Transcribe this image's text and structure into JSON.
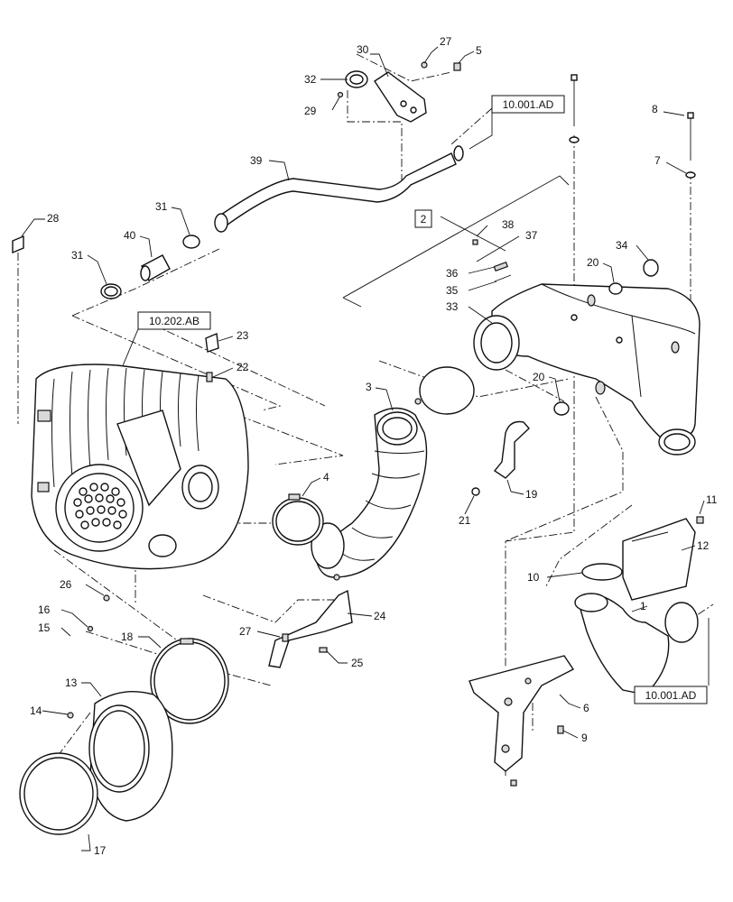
{
  "callouts": [
    {
      "id": "c30",
      "text": "30"
    },
    {
      "id": "c27a",
      "text": "27"
    },
    {
      "id": "c5",
      "text": "5"
    },
    {
      "id": "c32",
      "text": "32"
    },
    {
      "id": "c29",
      "text": "29"
    },
    {
      "id": "c8",
      "text": "8"
    },
    {
      "id": "c7",
      "text": "7"
    },
    {
      "id": "c39",
      "text": "39"
    },
    {
      "id": "c28",
      "text": "28"
    },
    {
      "id": "c31a",
      "text": "31"
    },
    {
      "id": "c40",
      "text": "40"
    },
    {
      "id": "c31b",
      "text": "31"
    },
    {
      "id": "c38",
      "text": "38"
    },
    {
      "id": "c37",
      "text": "37"
    },
    {
      "id": "c34",
      "text": "34"
    },
    {
      "id": "c36",
      "text": "36"
    },
    {
      "id": "c20a",
      "text": "20"
    },
    {
      "id": "c35",
      "text": "35"
    },
    {
      "id": "c33",
      "text": "33"
    },
    {
      "id": "c23",
      "text": "23"
    },
    {
      "id": "c22",
      "text": "22"
    },
    {
      "id": "c3",
      "text": "3"
    },
    {
      "id": "c20b",
      "text": "20"
    },
    {
      "id": "c4",
      "text": "4"
    },
    {
      "id": "c19",
      "text": "19"
    },
    {
      "id": "c21",
      "text": "21"
    },
    {
      "id": "c11",
      "text": "11"
    },
    {
      "id": "c12",
      "text": "12"
    },
    {
      "id": "c10",
      "text": "10"
    },
    {
      "id": "c1",
      "text": "1"
    },
    {
      "id": "c26",
      "text": "26"
    },
    {
      "id": "c24",
      "text": "24"
    },
    {
      "id": "c16",
      "text": "16"
    },
    {
      "id": "c15",
      "text": "15"
    },
    {
      "id": "c27b",
      "text": "27"
    },
    {
      "id": "c18",
      "text": "18"
    },
    {
      "id": "c25",
      "text": "25"
    },
    {
      "id": "c13",
      "text": "13"
    },
    {
      "id": "c6",
      "text": "6"
    },
    {
      "id": "c14",
      "text": "14"
    },
    {
      "id": "c9",
      "text": "9"
    },
    {
      "id": "c17",
      "text": "17"
    }
  ],
  "references": {
    "ref_top": "10.001.AD",
    "ref_filter": "10.202.AB",
    "ref_bottom": "10.001.AD",
    "assembly": "2"
  }
}
